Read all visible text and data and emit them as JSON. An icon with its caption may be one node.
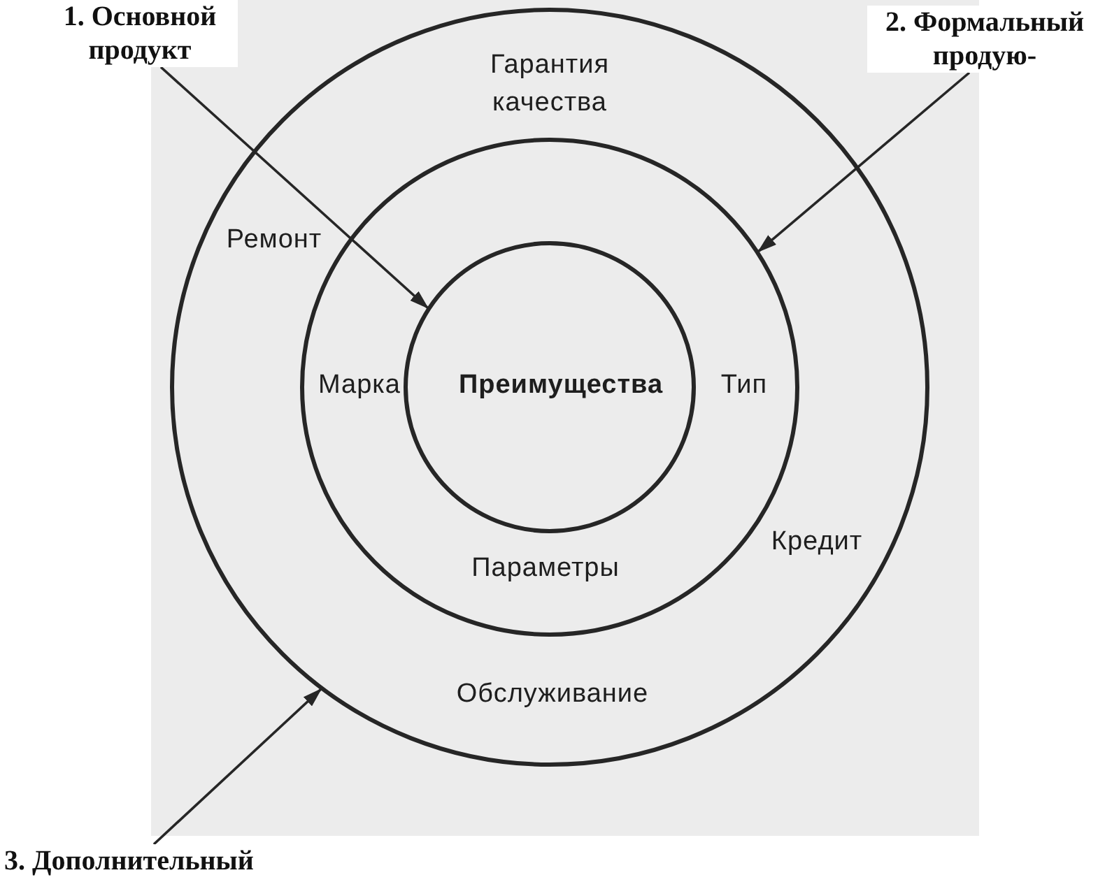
{
  "diagram": {
    "nodes": [
      {
        "text": [
          "1. Основной продукт"
        ]
      },
      {
        "text": [
          "2. Формальный продую-"
        ]
      },
      {
        "text": [
          "Гарантия качества",
          "Ремонт",
          "Кредит",
          "Обслуживание"
        ]
      },
      {
        "text": [
          "Марка",
          "Тип",
          "Параметры"
        ],
        "in": 2
      },
      {
        "text": [
          "Преимущества"
        ],
        "in": 3
      },
      {
        "text": [
          "3. Дополнительный"
        ]
      }
    ],
    "edges": [
      {
        "from": 0,
        "to": 4,
        "arrow": "to"
      },
      {
        "from": 1,
        "to": 3,
        "arrow": "to"
      },
      {
        "from": 5,
        "to": 2,
        "arrow": "to"
      }
    ]
  }
}
